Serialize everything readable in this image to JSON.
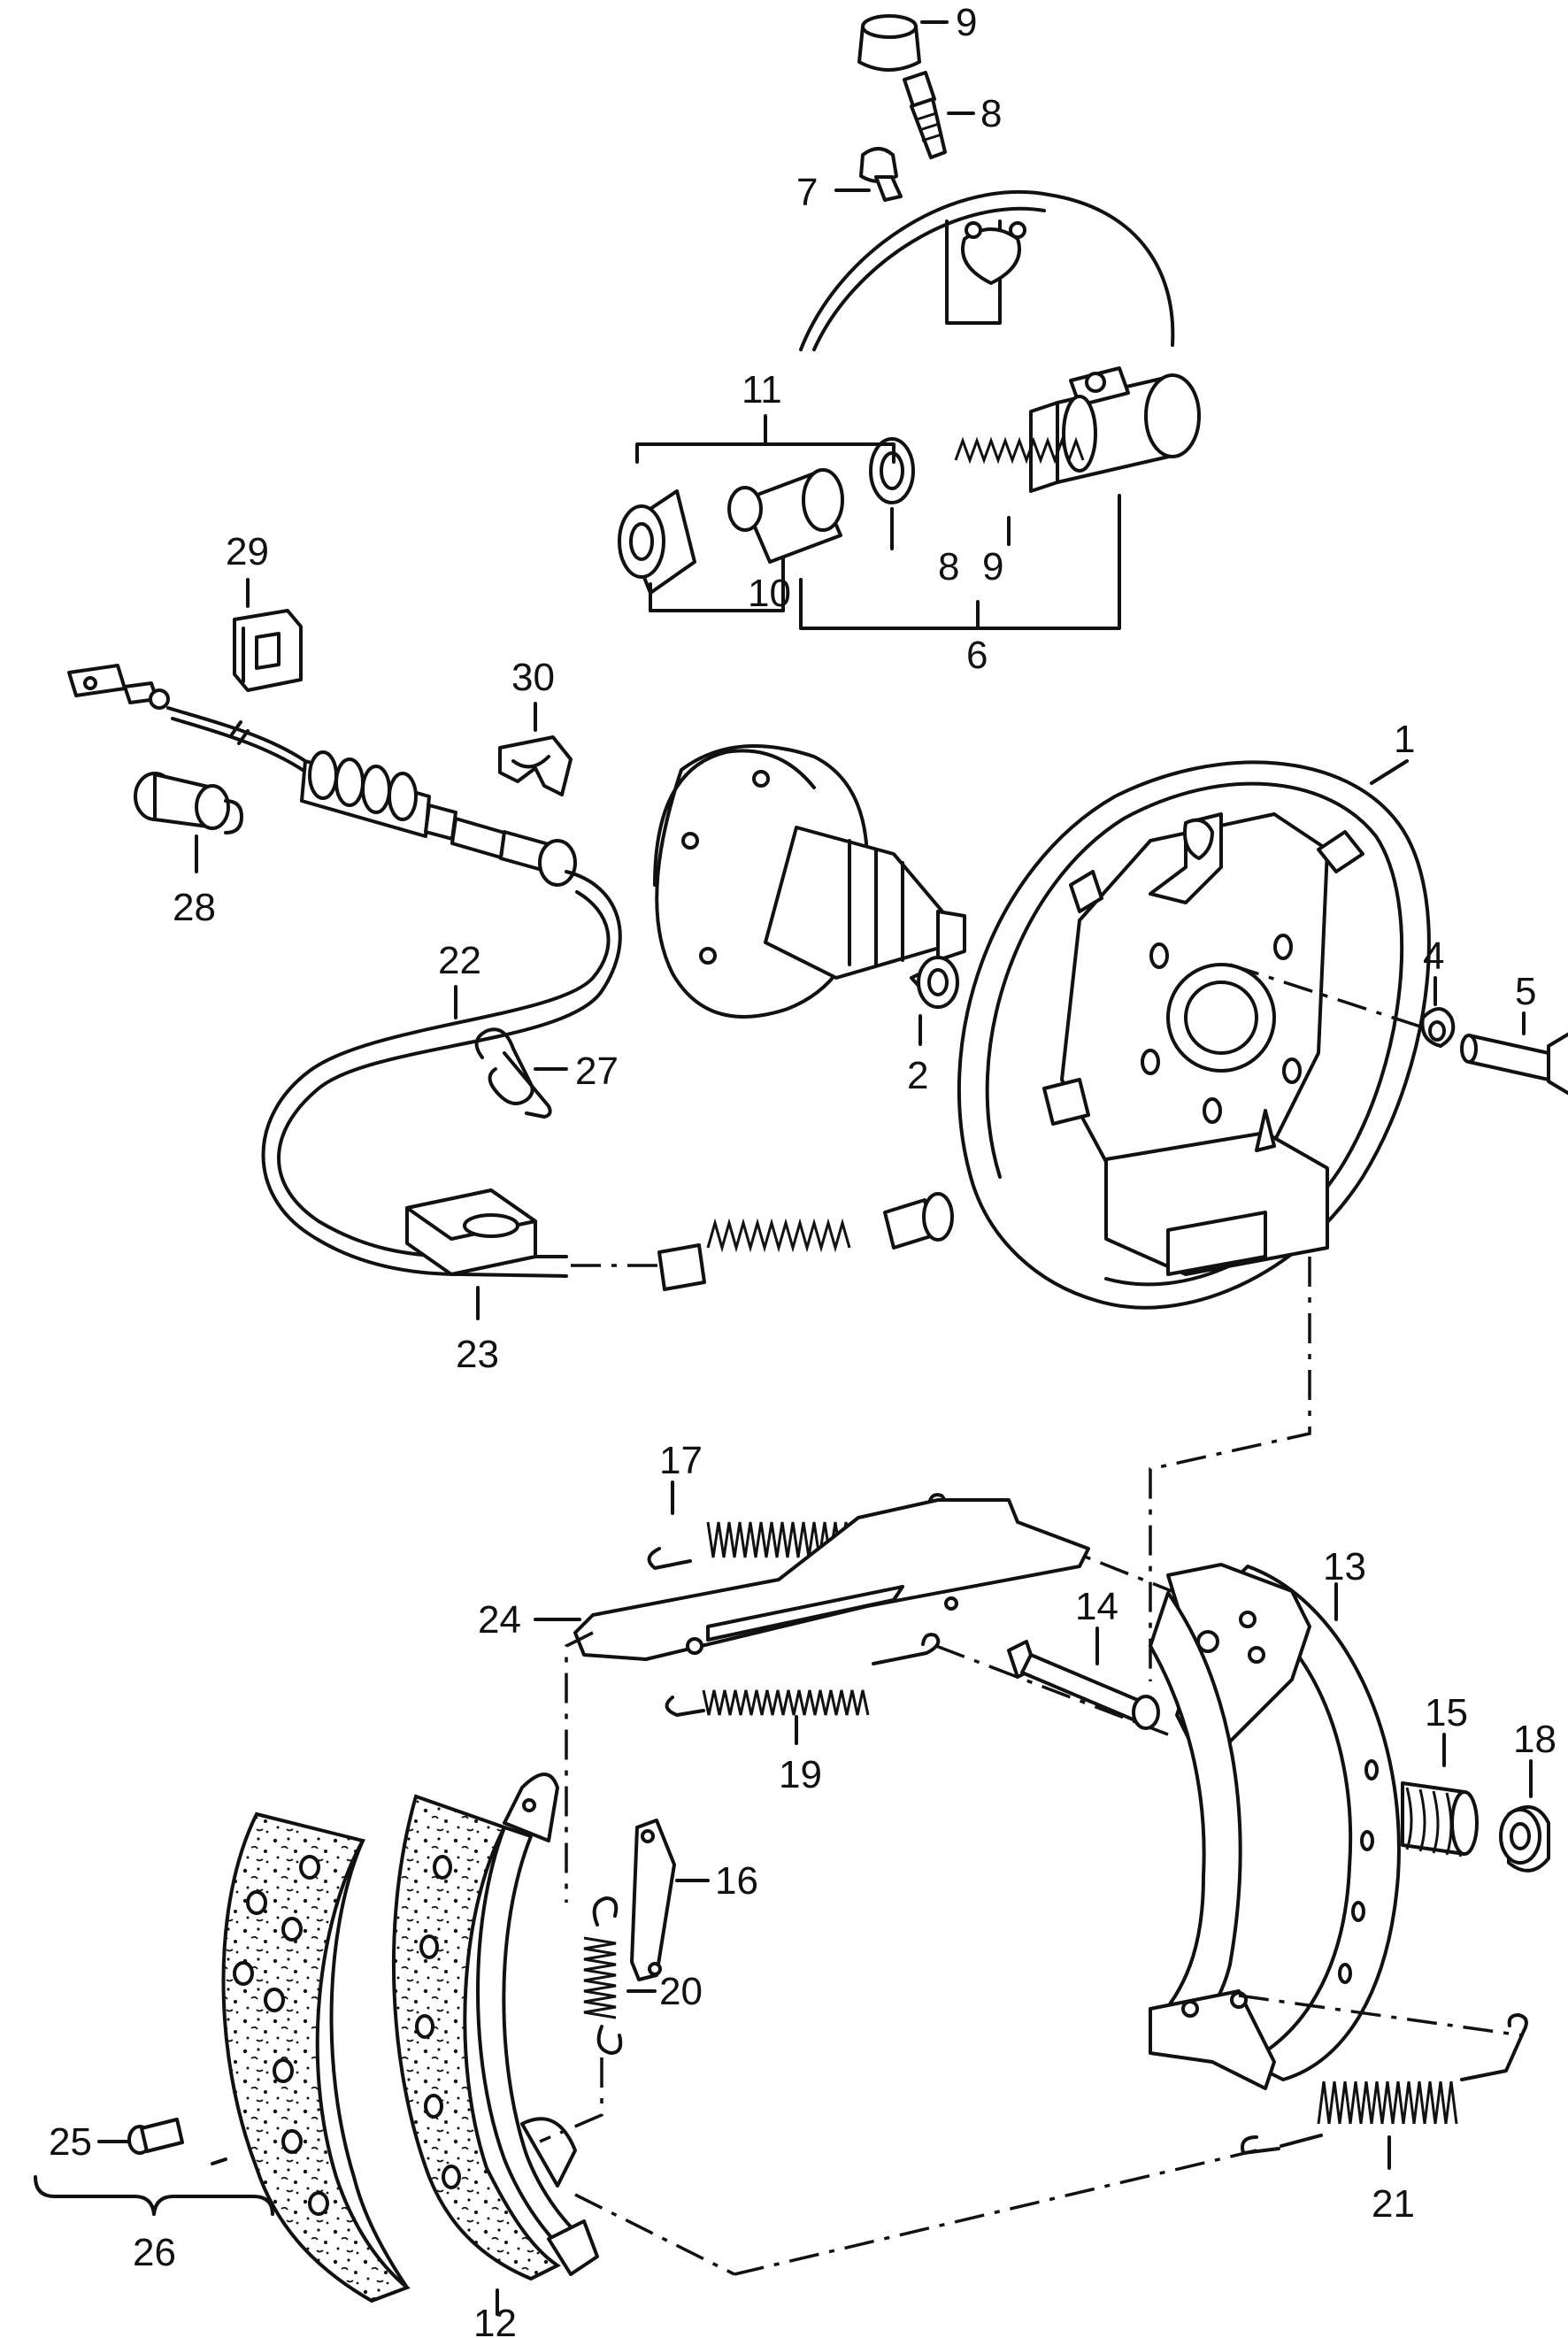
{
  "labels": {
    "p1": "1",
    "p2": "2",
    "p4": "4",
    "p5": "5",
    "p6": "6",
    "p7": "7",
    "p8": "8",
    "p8b": "8",
    "p9": "9",
    "p9b": "9",
    "p10": "10",
    "p11": "11",
    "p12": "12",
    "p13": "13",
    "p14": "14",
    "p15": "15",
    "p16": "16",
    "p17": "17",
    "p18": "18",
    "p19": "19",
    "p20": "20",
    "p21": "21",
    "p22": "22",
    "p23": "23",
    "p24": "24",
    "p25": "25",
    "p26": "26",
    "p27": "27",
    "p28": "28",
    "p29": "29",
    "p30": "30"
  }
}
